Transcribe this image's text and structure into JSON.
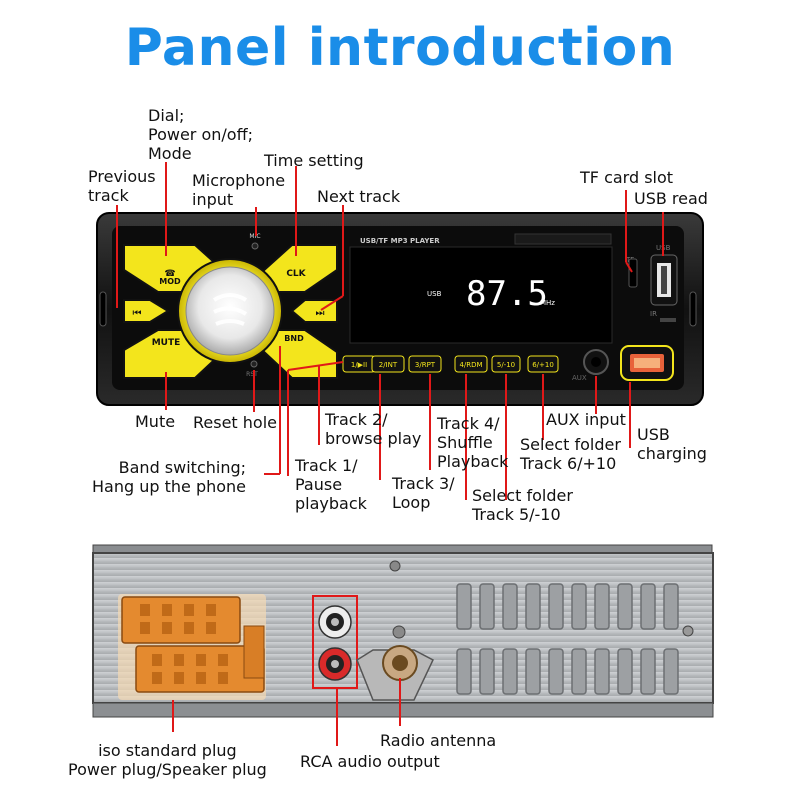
{
  "title": "Panel introduction",
  "device": {
    "model_label": "USB/TF MP3 PLAYER",
    "mic_label": "MIC",
    "rst_label": "RST",
    "aux_label": "AUX",
    "tf_label": "TF",
    "usb_port_label": "USB",
    "ir_label": "IR",
    "display_source": "USB",
    "display_freq": "87.5",
    "display_unit": "MHz",
    "btn_mode": "MOD",
    "btn_clk": "CLK",
    "btn_mute": "MUTE",
    "btn_bnd": "BND",
    "btn_prev": "⏮",
    "btn_next": "⏭",
    "num_buttons": [
      "1/▶II",
      "2/INT",
      "3/RPT",
      "4/RDM",
      "5/-10",
      "6/+10"
    ]
  },
  "labels": {
    "dial": "Dial;\nPower on/off;\nMode",
    "previous_track": "Previous\ntrack",
    "microphone": "Microphone\ninput",
    "time_setting": "Time setting",
    "next_track": "Next track",
    "tf_slot": "TF card slot",
    "usb_read": "USB read",
    "mute": "Mute",
    "reset": "Reset hole",
    "track2": "Track 2/\nbrowse play",
    "track4": "Track 4/\nShuffle\nPlayback",
    "aux_input": "AUX input",
    "folder_next": "Select folder\nTrack 6/+10",
    "usb_charging": "USB\ncharging",
    "band": "Band switching;\nHang up the phone",
    "track1": "Track 1/\nPause\nplayback",
    "track3": "Track 3/\nLoop",
    "folder_prev": "Select folder\nTrack 5/-10",
    "iso_plug": "iso standard plug\nPower plug/Speaker plug",
    "rca": "RCA audio output",
    "antenna": "Radio antenna"
  },
  "colors": {
    "accent_blue": "#1a8de8",
    "leader_red": "#e01818",
    "button_yellow": "#f3e51c",
    "connector_orange": "#e48a2f"
  }
}
